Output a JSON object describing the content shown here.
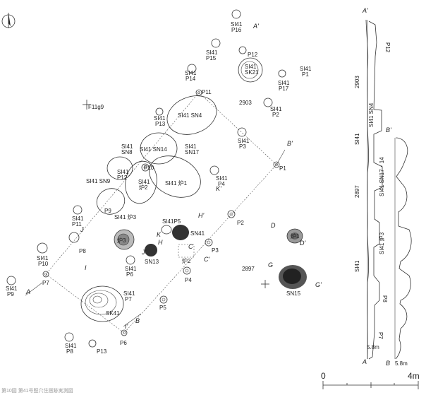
{
  "north": {
    "label": "N"
  },
  "grid_point": "F11g9",
  "pits": [
    {
      "code": "SI41",
      "num": "P16"
    },
    {
      "code": "SI41",
      "num": "P15"
    },
    {
      "code": "SI41",
      "num": "P14"
    },
    {
      "code": "SI41",
      "num": "P13"
    },
    {
      "code": "SI41",
      "num": "P17"
    },
    {
      "code": "SI41",
      "num": "P1"
    },
    {
      "code": "SI41",
      "num": "P2"
    },
    {
      "code": "SI41",
      "num": "P3"
    },
    {
      "code": "SI41",
      "num": "P4"
    },
    {
      "code": "SI41",
      "num": "P11"
    },
    {
      "code": "SI41",
      "num": "P10"
    },
    {
      "code": "SI41",
      "num": "P6"
    },
    {
      "code": "SI41",
      "num": "P9"
    },
    {
      "code": "SI41",
      "num": "P8"
    },
    {
      "code": "SI41",
      "num": "P7"
    }
  ],
  "features": {
    "sk21": [
      "SI41",
      "SK21"
    ],
    "sn4": "SI41 SN4",
    "sn8": [
      "SI41",
      "SN8"
    ],
    "sn14": "SI41 SN14",
    "sn17": [
      "SI41",
      "SN17"
    ],
    "p12": [
      "SI41",
      "P12"
    ],
    "sn9": "SI41 SN9",
    "ro2": [
      "SI41",
      "炉2"
    ],
    "ro1": "SI41 炉1",
    "ro3": "SI41 炉3",
    "p5_label": "SI41P5",
    "sn41": "SN41",
    "sk41": "SK41",
    "sn13": "SN13",
    "sn15": "SN15",
    "ro3b": "炉3",
    "ro2b": "炉2",
    "ro1b": "炉1",
    "num_2903": "2903",
    "num_2897": "2897"
  },
  "post_labels": [
    "P11",
    "P1",
    "P2",
    "P3",
    "P4",
    "P5",
    "P6",
    "P7",
    "P8",
    "P9",
    "P10",
    "P12",
    "P13"
  ],
  "section_marks": [
    "A",
    "A'",
    "B",
    "B'",
    "C",
    "C'",
    "D",
    "D'",
    "G",
    "G'",
    "H",
    "H'",
    "I",
    "I'",
    "J",
    "J'",
    "K",
    "K'"
  ],
  "section_a": {
    "top": "A'",
    "bottom": "A",
    "elev": "5.8m",
    "labels": [
      "P12",
      "2903",
      "SI41 SN4",
      "SI41",
      "SI41 SN17・14",
      "2897",
      "SI41 炉3",
      "SI41",
      "P8",
      "P7"
    ]
  },
  "section_b": {
    "top": "B'",
    "bottom": "B",
    "elev": "5.8m"
  },
  "scale": {
    "start": "0",
    "end": "4m"
  },
  "caption": "第10図 第41号竪穴住居跡実測図"
}
